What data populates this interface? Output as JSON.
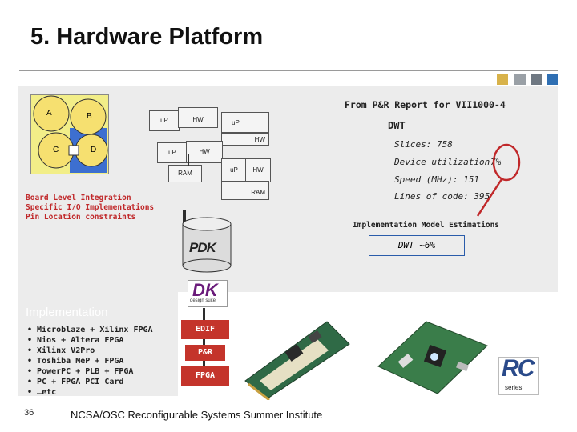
{
  "slide": {
    "title": "5. Hardware Platform",
    "page_number": "36",
    "footer": "NCSA/OSC Reconfigurable Systems Summer Institute"
  },
  "corner_squares": [
    "#d8b24a",
    "#9aa0a6",
    "#6f7882",
    "#2f6fb3"
  ],
  "diagram": {
    "circle_a": "A",
    "circle_b": "B",
    "circle_c": "C",
    "circle_d": "D",
    "up_label": "uP",
    "hw_label": "HW",
    "ram_label": "RAM",
    "board_notes": [
      "Board Level Integration",
      "Specific I/O Implementations",
      "Pin Location constraints"
    ]
  },
  "report": {
    "heading": "From P&R Report for VII1000-4",
    "dwt": "DWT",
    "slices": "Slices: 758",
    "device": "Device utilization",
    "percent": "7%",
    "speed": "Speed (MHz): 151",
    "lines": "Lines of code: 395",
    "estimations": "Implementation Model Estimations",
    "dwt_estimate": "DWT ~6%"
  },
  "logos": {
    "pdk": "PDK",
    "dk": "DK",
    "dk_sub": "design suite",
    "rc": "RC",
    "rc_sub": "series"
  },
  "flow": [
    "EDIF",
    "P&R",
    "FPGA"
  ],
  "implementation": {
    "heading": "Implementation",
    "items": [
      "Microblaze + Xilinx FPGA",
      "Nios + Altera FPGA",
      "Xilinx V2Pro",
      "Toshiba MeP + FPGA",
      "PowerPC + PLB + FPGA",
      "PC + FPGA PCI Card",
      "…etc"
    ]
  }
}
